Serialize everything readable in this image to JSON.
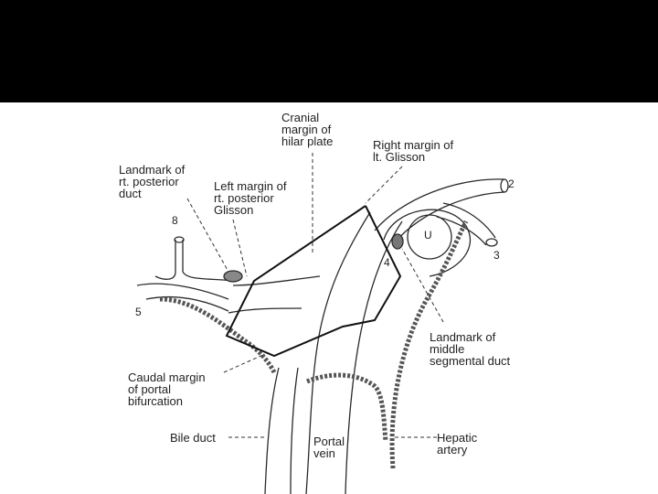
{
  "colors": {
    "banner": "#000000",
    "figure_bg": "#ffffff",
    "ink": "#2a2a2a"
  },
  "labels": {
    "cranial_margin": "Cranial\nmargin of\nhilar plate",
    "right_margin": "Right margin of\nlt. Glisson",
    "landmark_posterior": "Landmark of\nrt. posterior\nduct",
    "left_margin": "Left margin of\nrt. posterior\nGlisson",
    "landmark_middle": "Landmark of\nmiddle\nsegmental duct",
    "caudal_margin": "Caudal margin\nof portal\nbifurcation",
    "bile_duct": "Bile duct",
    "portal_vein": "Portal\nvein",
    "hepatic_artery": "Hepatic\nartery"
  },
  "numbers": {
    "n2": "2",
    "n3": "3",
    "n4": "4",
    "n5": "5",
    "n8": "8",
    "u": "U"
  }
}
